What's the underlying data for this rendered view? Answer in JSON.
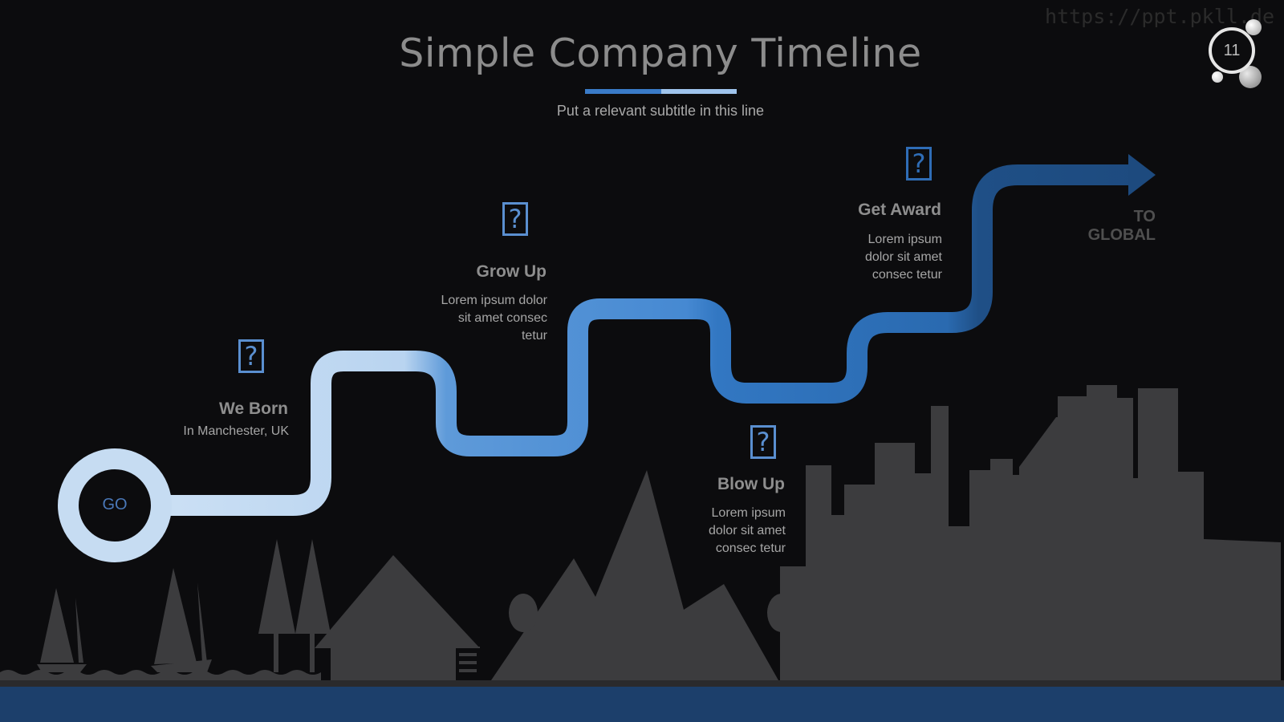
{
  "title": "Simple Company Timeline",
  "subtitle": "Put a relevant subtitle in this line",
  "watermark": "https://ppt.pkll.de",
  "page_number": "11",
  "start_label": "GO",
  "end_label": "TO GLOBAL",
  "milestones": [
    {
      "title": "We Born",
      "description": "In Manchester, UK",
      "icon": "question-mark-icon"
    },
    {
      "title": "Grow Up",
      "description": "Lorem ipsum dolor\nsit amet consec\ntetur",
      "icon": "question-mark-icon"
    },
    {
      "title": "Blow Up",
      "description": "Lorem ipsum\ndolor sit amet\nconsec tetur",
      "icon": "question-mark-icon"
    },
    {
      "title": "Get Award",
      "description": "Lorem ipsum\ndolor sit amet\nconsec tetur",
      "icon": "question-mark-icon"
    }
  ],
  "icon_glyph": "?",
  "colors": {
    "background": "#0c0c0e",
    "path_light": "#c6dcf2",
    "path_mid": "#4f8fd6",
    "path_dark": "#1f4f86",
    "silhouette": "#3c3c3e",
    "bottom_bar": "#1c3f6b",
    "accent": "#3a7bc8"
  }
}
